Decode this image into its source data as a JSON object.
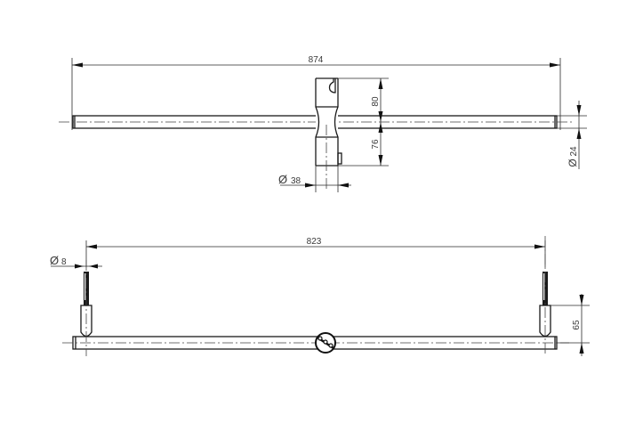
{
  "drawing": {
    "top_view": {
      "overall_length": "874",
      "upper_height": "80",
      "lower_height": "76",
      "clamp_diameter": "38",
      "bar_diameter": "24",
      "diameter_symbol": "Ø"
    },
    "front_view": {
      "mount_span": "823",
      "anchor_diameter": "8",
      "standoff_height": "65",
      "diameter_symbol": "Ø"
    }
  },
  "colors": {
    "line": "#1a1a1a",
    "text": "#3a3a3a",
    "background": "#ffffff"
  }
}
